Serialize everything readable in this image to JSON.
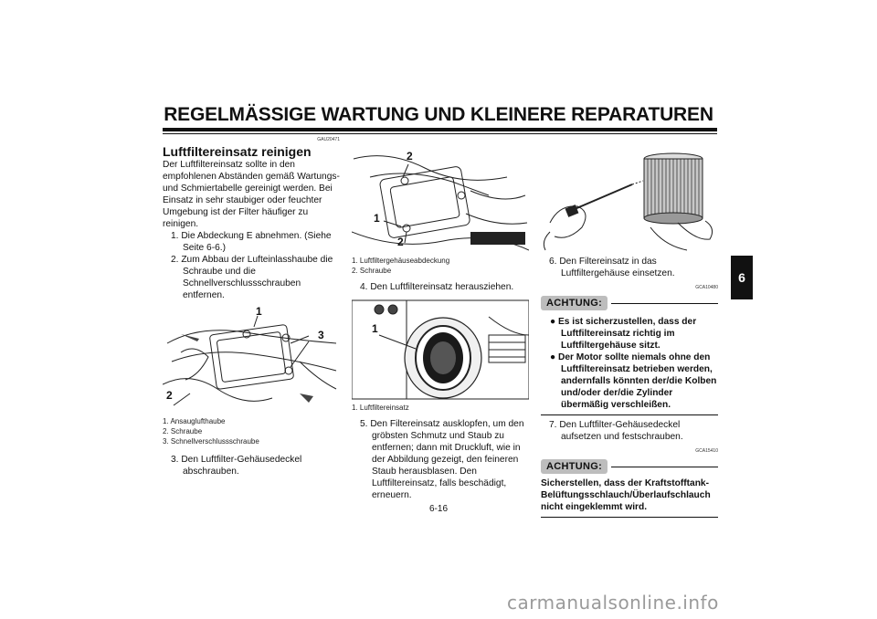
{
  "header": {
    "title": "REGELMÄSSIGE WARTUNG UND KLEINERE REPARATUREN"
  },
  "chapter_tab": "6",
  "page_number": "6-16",
  "watermark": "carmanualsonline.info",
  "col1": {
    "code": "GAU20471",
    "section_title": "Luftfiltereinsatz reinigen",
    "intro": "Der Luftfiltereinsatz sollte in den empfohlenen Abständen gemäß Wartungs- und Schmiertabelle gereinigt werden. Bei Einsatz in sehr staubiger oder feuchter Umgebung ist der Filter häufiger zu reinigen.",
    "steps": [
      "1. Die Abdeckung E abnehmen. (Siehe Seite 6-6.)",
      "2. Zum Abbau der Lufteinlasshaube die Schraube und die Schnellverschlussschrauben entfernen."
    ],
    "figure_callouts": [
      "1",
      "2",
      "3"
    ],
    "captions": [
      "1. Ansauglufthaube",
      "2. Schraube",
      "3. Schnellverschlussschraube"
    ],
    "step3": "3. Den Luftfilter-Gehäusedeckel abschrauben."
  },
  "col2": {
    "figure1_callouts": [
      "2",
      "1",
      "2"
    ],
    "captions1": [
      "1. Luftfiltergehäuseabdeckung",
      "2. Schraube"
    ],
    "step4": "4. Den Luftfiltereinsatz herausziehen.",
    "figure2_callouts": [
      "1"
    ],
    "captions2": [
      "1. Luftfiltereinsatz"
    ],
    "step5": "5. Den Filtereinsatz ausklopfen, um den gröbsten Schmutz und Staub zu entfernen; dann mit Druckluft, wie in der Abbildung gezeigt, den feineren Staub herausblasen. Den Luftfiltereinsatz, falls beschädigt, erneuern."
  },
  "col3": {
    "step6": "6. Den Filtereinsatz in das Luftfiltergehäuse einsetzen.",
    "code1": "GCA10480",
    "achtung1": "ACHTUNG:",
    "bullets": [
      "Es ist sicherzustellen, dass der Luftfiltereinsatz richtig im Luftfiltergehäuse sitzt.",
      "Der Motor sollte niemals ohne den Luftfiltereinsatz betrieben werden, andernfalls könnten der/die Kolben und/oder der/die Zylinder übermäßig verschleißen."
    ],
    "step7": "7. Den Luftfilter-Gehäusedeckel aufsetzen und festschrauben.",
    "code2": "GCA15410",
    "achtung2": "ACHTUNG:",
    "warning2": "Sicherstellen, dass der Kraftstofftank-Belüftungsschlauch/Überlaufschlauch nicht eingeklemmt wird."
  }
}
